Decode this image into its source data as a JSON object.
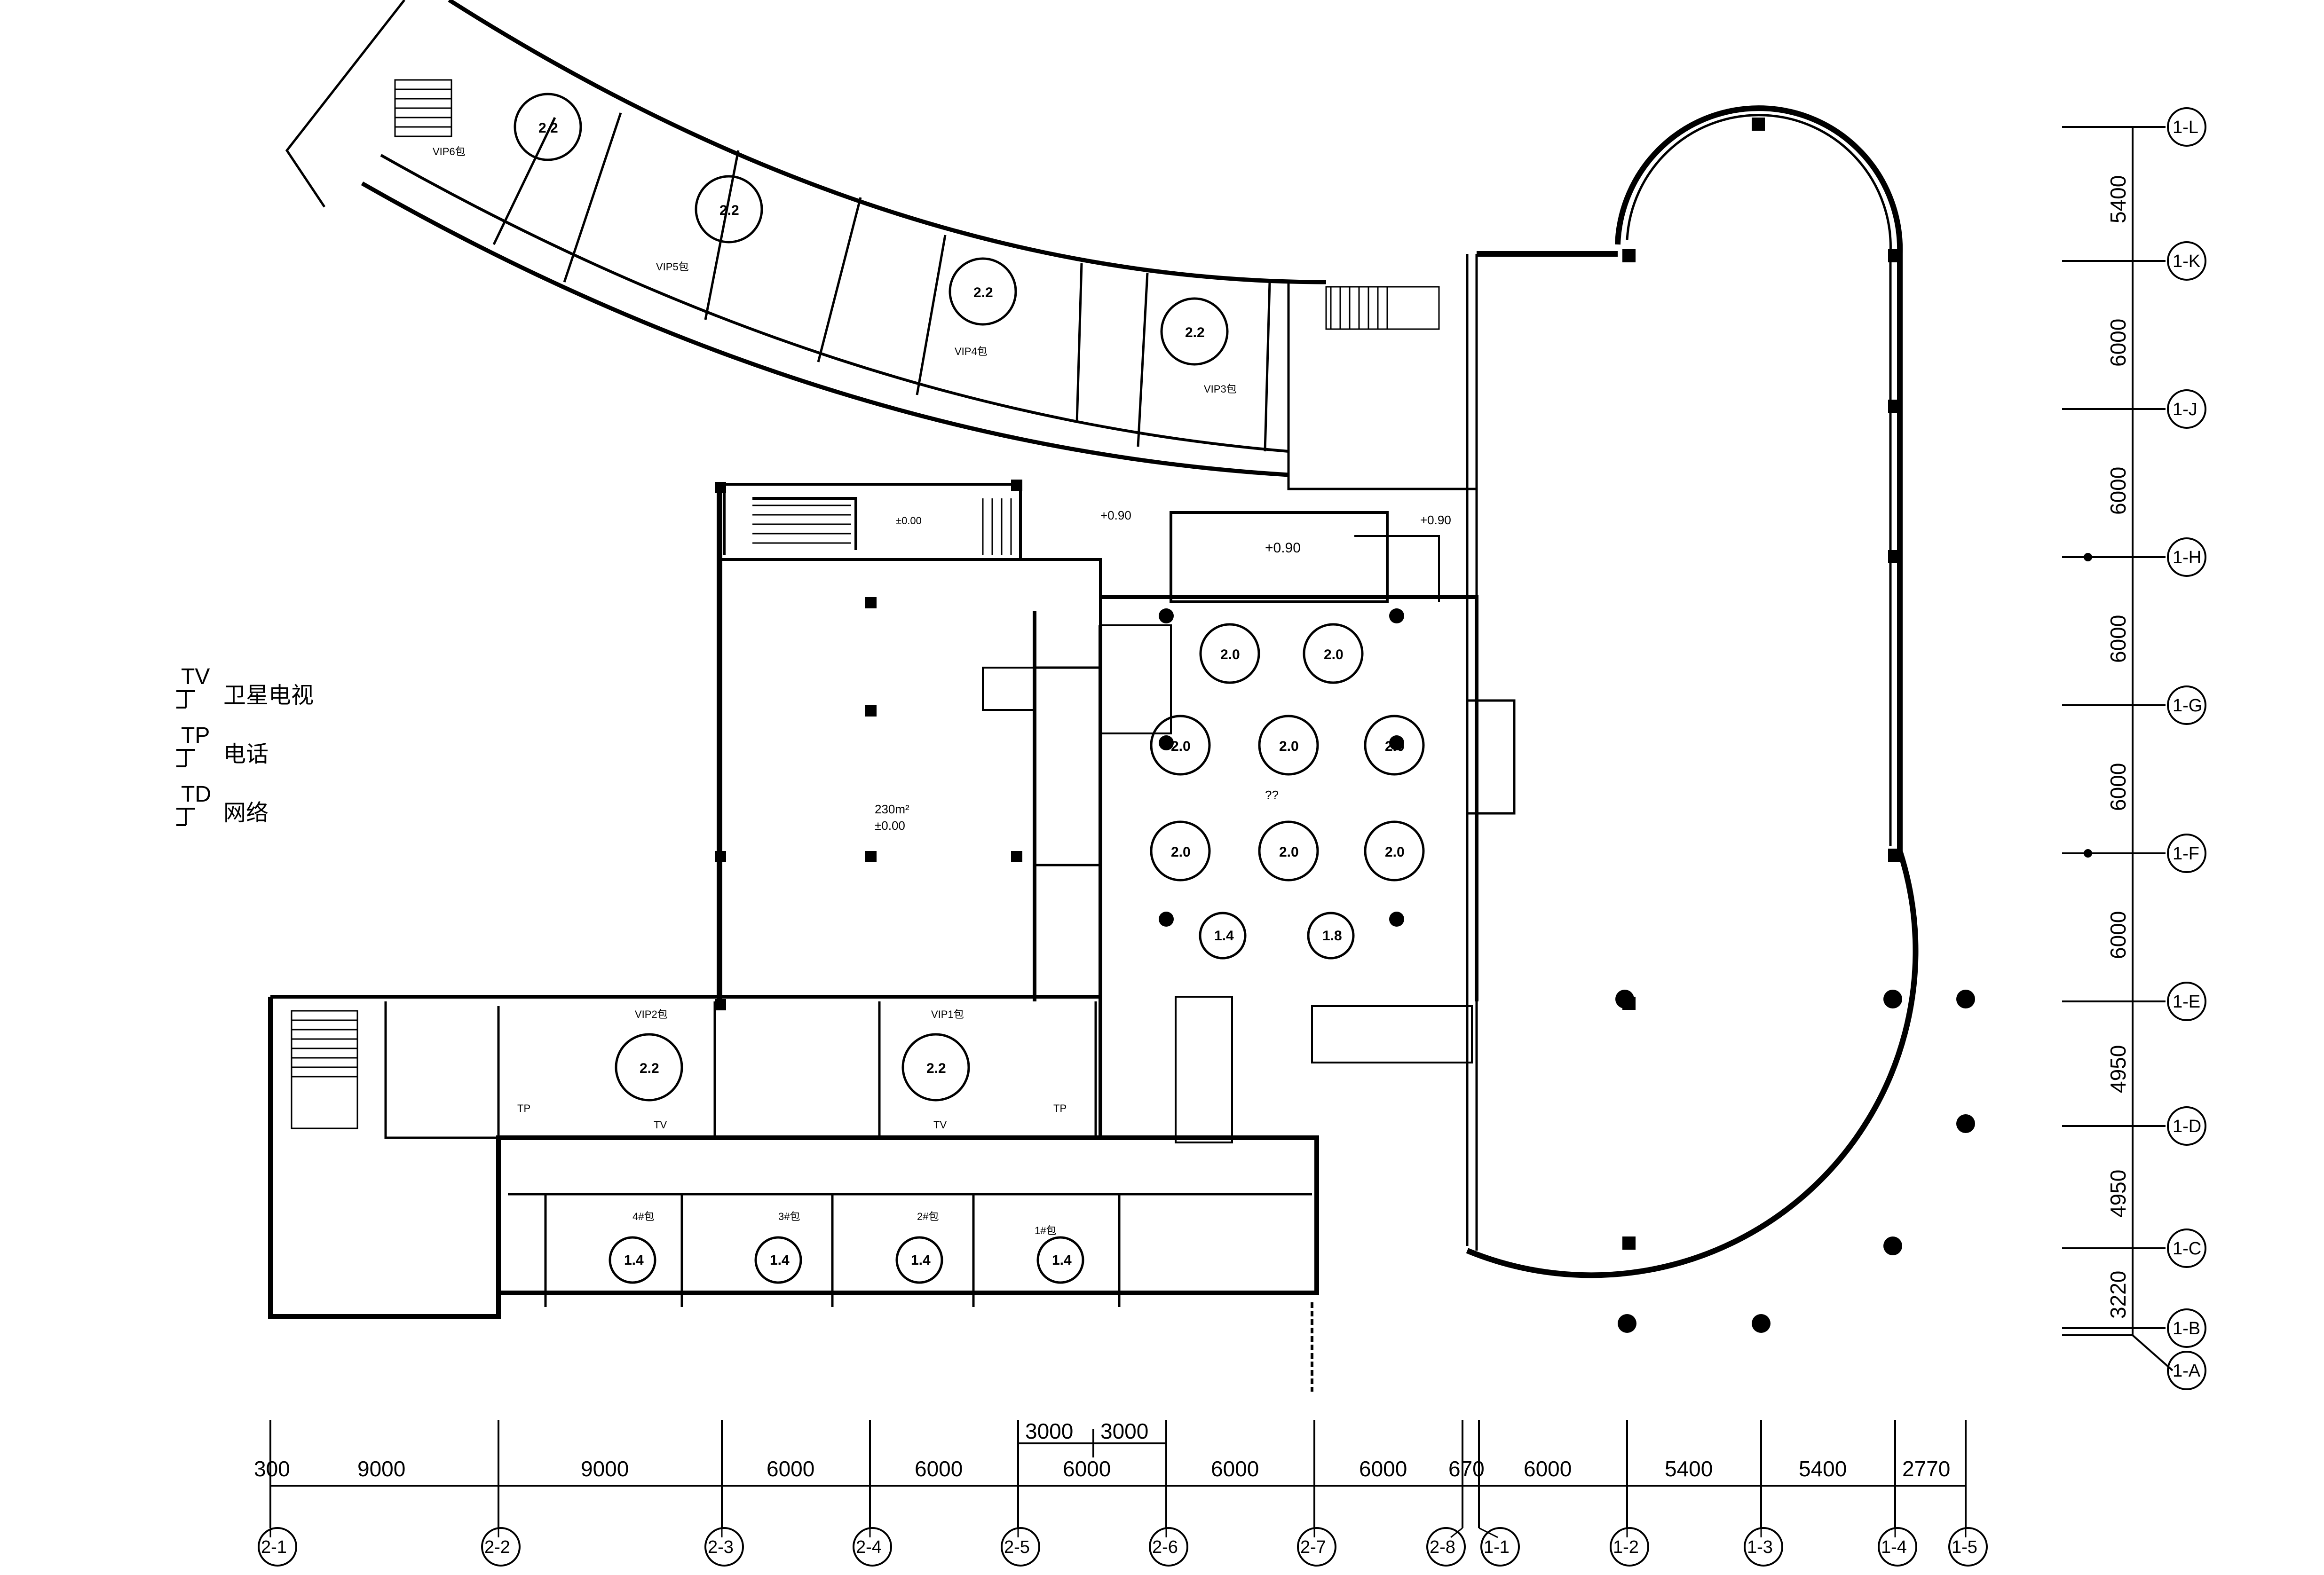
{
  "legend": {
    "items": [
      {
        "code": "TV",
        "label": "卫星电视"
      },
      {
        "code": "TP",
        "label": "电话"
      },
      {
        "code": "TD",
        "label": "网络"
      }
    ]
  },
  "grid_bottom": {
    "labels": [
      "2-1",
      "2-2",
      "2-3",
      "2-4",
      "2-5",
      "2-6",
      "2-7",
      "2-8",
      "1-1",
      "1-2",
      "1-3",
      "1-4",
      "1-5"
    ],
    "spans": [
      "300",
      "9000",
      "9000",
      "6000",
      "6000",
      "6000",
      "6000",
      "6000",
      "670",
      "6000",
      "5400",
      "5400",
      "2770"
    ],
    "sub_spans": [
      "3000",
      "3000"
    ]
  },
  "grid_right": {
    "labels": [
      "1-L",
      "1-K",
      "1-J",
      "1-H",
      "1-G",
      "1-F",
      "1-E",
      "1-D",
      "1-C",
      "1-B",
      "1-A"
    ],
    "spans": [
      "5400",
      "6000",
      "6000",
      "6000",
      "6000",
      "6000",
      "4950",
      "4950",
      "3220"
    ]
  },
  "rooms": {
    "vip6": "VIP6包",
    "vip5": "VIP5包",
    "vip4": "VIP4包",
    "vip3": "VIP3包",
    "vip2": "VIP2包",
    "vip1": "VIP1包",
    "hall_area": "230m²",
    "hall_level": "±0.00",
    "stair_level": "±0.00",
    "level_left": "+0.90",
    "level_center": "+0.90",
    "level_right": "+0.90",
    "question": "??",
    "p4": "4#包",
    "p3": "3#包",
    "p2": "2#包",
    "p1": "1#包",
    "tv": "TV",
    "tp": "TP"
  },
  "tables": {
    "vip": "2.2",
    "hall": "2.0",
    "small": "1.4",
    "small_b": "1.8",
    "private": "1.4"
  }
}
